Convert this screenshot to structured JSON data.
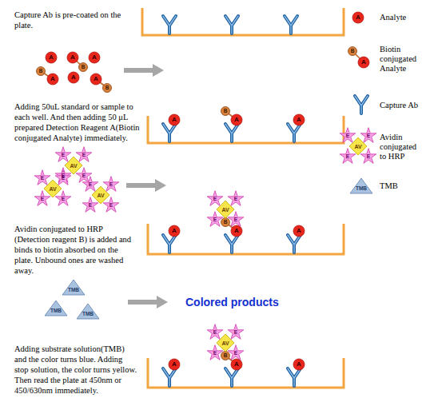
{
  "diagram": {
    "labels": [
      "Capture Ab is pre-coated on the plate.",
      "A",
      "A",
      "B",
      "AV",
      "E",
      "E",
      "E",
      "E",
      "TMB",
      "A",
      "A",
      "A",
      "A",
      "B",
      "A",
      "B",
      "A",
      "B",
      "A",
      "A",
      "B",
      "A",
      "Adding 50uL standard or sample to each well. And then adding 50 μL prepared Detection Reagent A(Biotin conjugated Analyte) immediately.",
      "AV",
      "E",
      "E",
      "E",
      "E",
      "AV",
      "E",
      "E",
      "E",
      "E",
      "AV",
      "E",
      "E",
      "E",
      "E",
      "A",
      "A",
      "B",
      "AV",
      "E",
      "E",
      "E",
      "E",
      "A",
      "Avidin conjugated to HRP (Detection reagent B) is added and binds to biotin absorbed on the plate. Unbound ones are washed away.",
      "TMB",
      "TMB",
      "TMB",
      "Colored products",
      "Adding substrate solution(TMB) and the color turns blue. Adding stop solution, the color turns yellow. Then read the plate at 450nm or 450/630nm immediately.",
      "A",
      "A",
      "B",
      "AV",
      "E",
      "E",
      "E",
      "E",
      "A"
    ],
    "legend": [
      {
        "text": "Analyte"
      },
      {
        "text": "Biotin conjugated Analyte"
      },
      {
        "text": "Capture Ab"
      },
      {
        "text": "Avidin conjugated to HRP"
      },
      {
        "text": "TMB"
      }
    ]
  }
}
